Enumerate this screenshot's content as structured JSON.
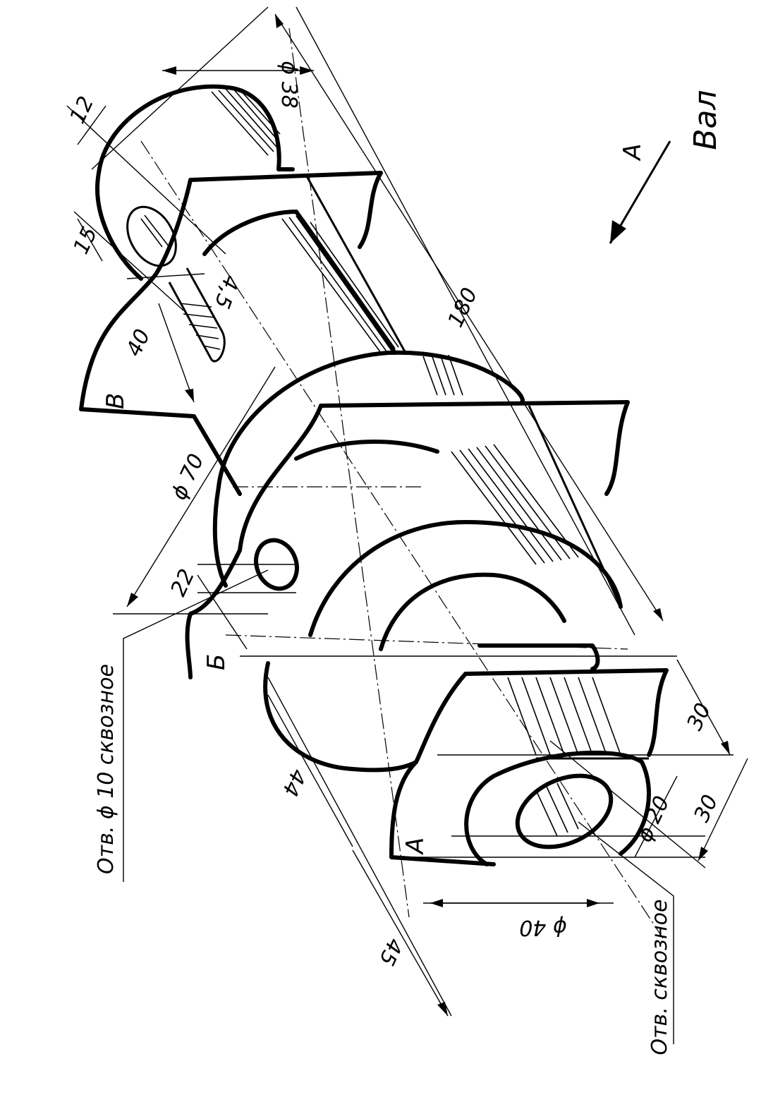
{
  "drawing": {
    "title": "Вал",
    "view_arrow_label": "А",
    "hole_note_top": "Отв. ϕ 10 сквозное",
    "hole_note_bottom": "Отв. сквозное"
  },
  "section_labels": [
    "В",
    "Б",
    "А"
  ],
  "dimensions": {
    "d38": "ϕ 38",
    "l12": "12",
    "l15": "15",
    "l4_5": "4,5",
    "l40": "40",
    "l180": "180",
    "d70": "ϕ 70",
    "l22": "22",
    "l44": "44",
    "l45": "45",
    "l30a": "30",
    "l30b": "30",
    "d20": "ϕ 20",
    "d40": "ϕ 40"
  }
}
